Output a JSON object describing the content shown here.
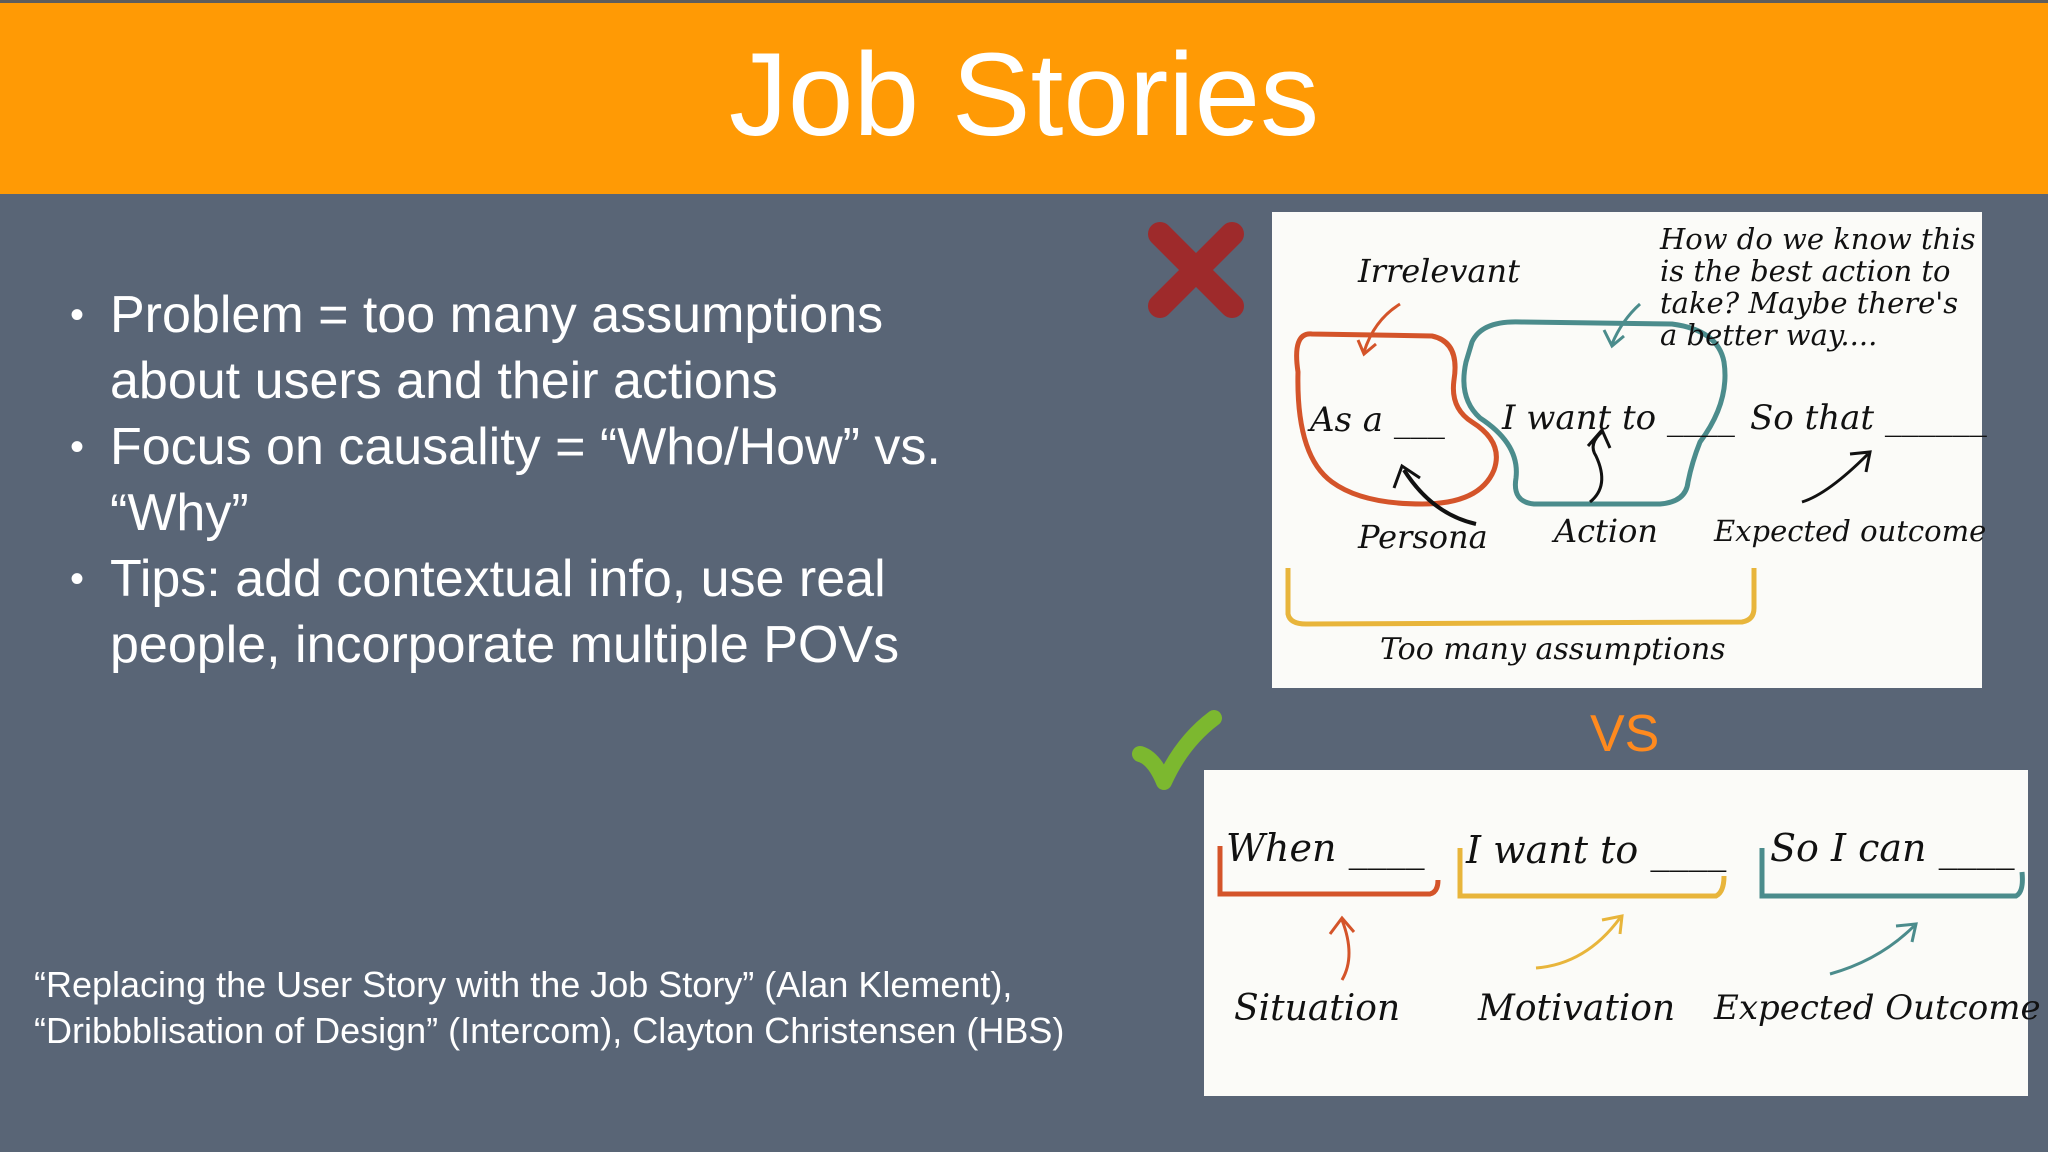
{
  "header": {
    "title": "Job Stories"
  },
  "bullets": [
    "Problem = too many assumptions about users and their actions",
    "Focus on causality = “Who/How” vs. “Why”",
    "Tips: add contextual info, use real people, incorporate multiple POVs"
  ],
  "citation": {
    "line1": "“Replacing the User Story with the Job Story” (Alan Klement),",
    "line2": "“Dribbblisation of Design” (Intercom), Clayton Christensen (HBS)"
  },
  "vs_label": "VS",
  "user_story_diagram": {
    "irrelevant": "Irrelevant",
    "note_line1": "How do we know this",
    "note_line2": "is the best action to",
    "note_line3": "take? Maybe there's",
    "note_line4": "a better way....",
    "as_a": "As a ___",
    "i_want_to": "I want to ____",
    "so_that": "So that ______",
    "persona": "Persona",
    "action": "Action",
    "expected_outcome": "Expected outcome",
    "too_many_assumptions": "Too many assumptions"
  },
  "job_story_diagram": {
    "when": "When ____",
    "i_want_to": "I want to ____",
    "so_i_can": "So I can ____",
    "situation": "Situation",
    "motivation": "Motivation",
    "expected_outcome": "Expected Outcome"
  },
  "colors": {
    "header_bg": "#ff9a05",
    "slide_bg": "#596576",
    "cross": "#9e2a2b",
    "check": "#7cb82f",
    "vs": "#ff8a1e",
    "persona_outline": "#d4542a",
    "action_outline": "#4b8c8c",
    "assumptions_bracket": "#e8b53b"
  }
}
